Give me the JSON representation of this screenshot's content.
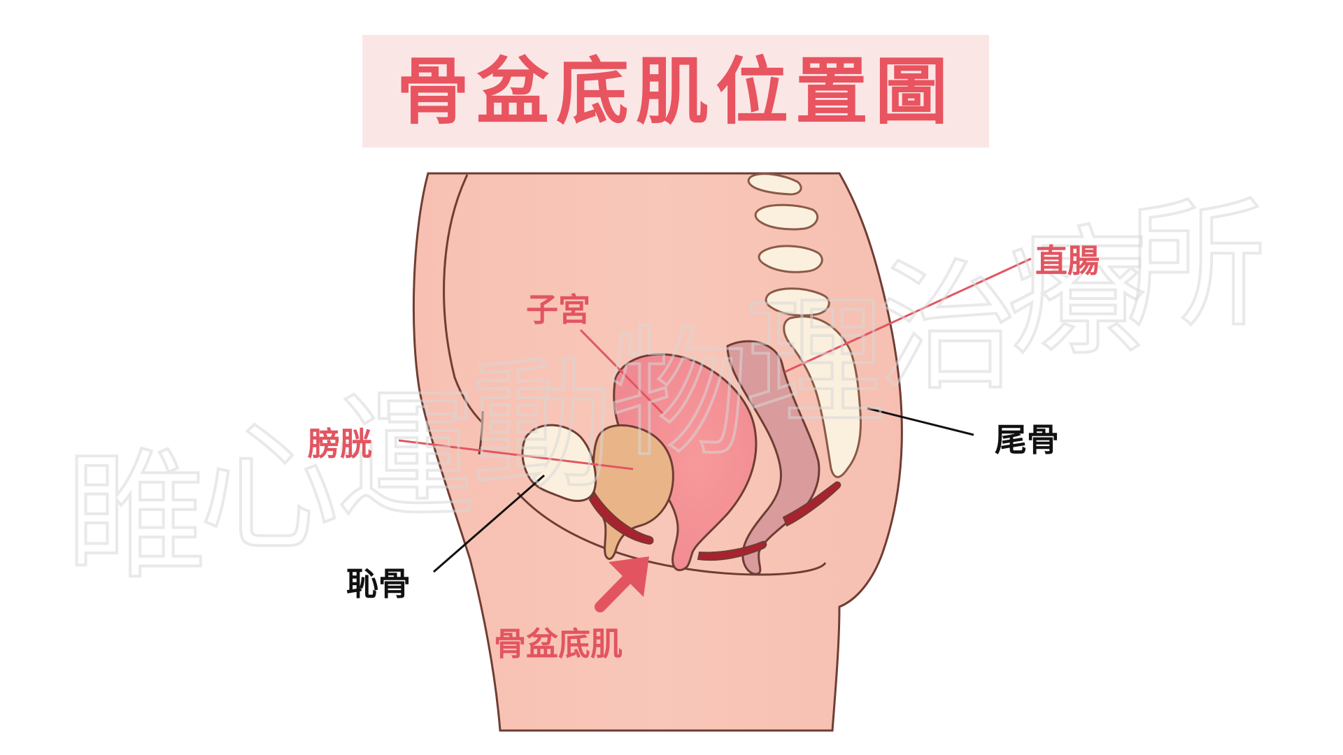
{
  "title": "骨盆底肌位置圖",
  "labels": {
    "uterus": "子宮",
    "bladder": "膀胱",
    "rectum": "直腸",
    "coccyx": "尾骨",
    "pubis": "恥骨",
    "pelvic_floor": "骨盆底肌"
  },
  "watermark": [
    "睢",
    "心",
    "運",
    "動",
    "物",
    "理",
    "治",
    "療",
    "所"
  ],
  "colors": {
    "title_text": "#e8545f",
    "title_bg": "#fbe6e6",
    "label_red": "#e25560",
    "label_black": "#111111",
    "skin": "#f7c2b4",
    "uterus": "#f38d8d",
    "bladder": "#e9b488",
    "rectum": "#d99b9c",
    "bone": "#fbf0de",
    "muscle": "#a8232f"
  }
}
